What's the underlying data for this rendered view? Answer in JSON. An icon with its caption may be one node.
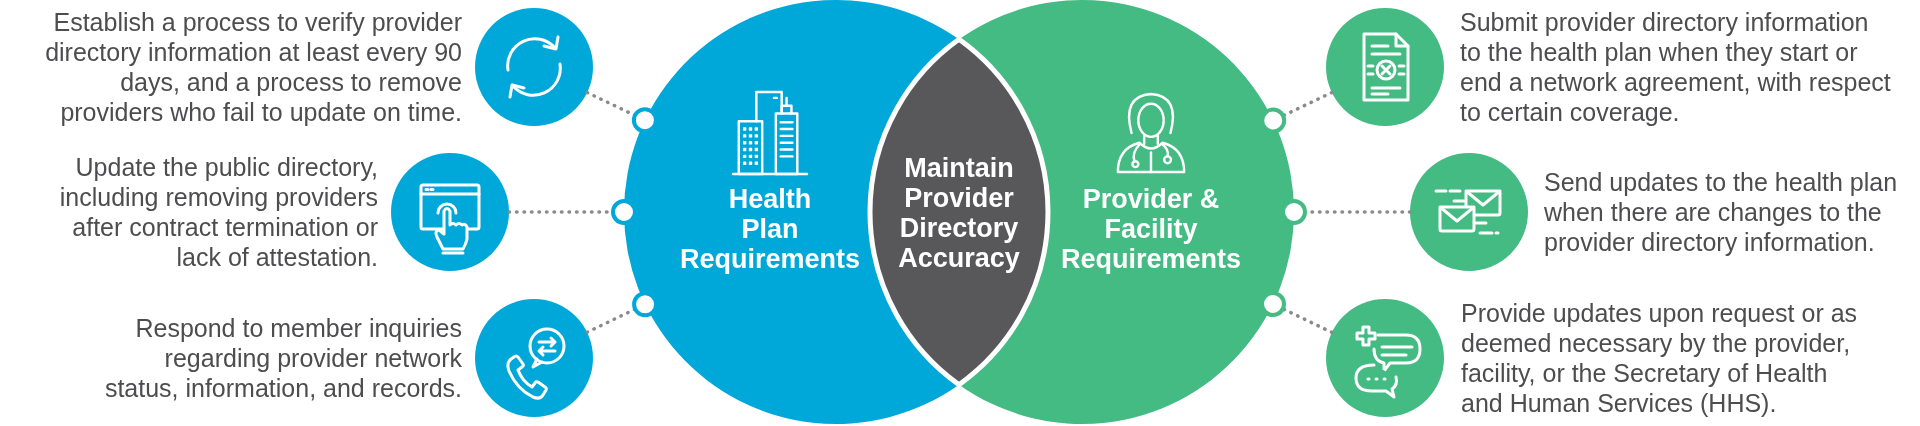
{
  "diagram": {
    "nodes": [
      {
        "text": [],
        "shape": "circle",
        "beside": [
          "Establish a process to verify provider directory information at least every 90 days, and a process to remove providers who fail to update on time."
        ]
      },
      {
        "text": [],
        "shape": "circle",
        "beside": [
          "Update the public directory, including removing providers after contract termination or lack of attestation."
        ]
      },
      {
        "text": [],
        "shape": "circle",
        "beside": [
          "Respond to member inquiries regarding provider network status, information, and records."
        ]
      },
      {
        "text": [
          "Health Plan Requirements"
        ]
      },
      {
        "text": [
          "Maintain Provider Directory Accuracy"
        ]
      },
      {
        "text": [
          "Provider & Facility Requirements"
        ]
      },
      {
        "text": [],
        "shape": "circle",
        "beside": [
          "Submit provider directory information to the health plan when they start or end a network agreement, with respect to certain coverage."
        ]
      },
      {
        "text": [],
        "shape": "circle",
        "beside": [
          "Send updates to the health plan when there are changes to the provider directory information."
        ]
      },
      {
        "text": [],
        "shape": "circle",
        "beside": [
          "Provide updates upon request or as deemed necessary by the provider, facility, or the Secretary of Health and Human Services (HHS)."
        ]
      }
    ],
    "edges": [
      {
        "from": 0,
        "to": 3,
        "arrow": "other",
        "style": "dashed"
      },
      {
        "from": 1,
        "to": 3,
        "arrow": "other",
        "style": "dashed"
      },
      {
        "from": 2,
        "to": 3,
        "arrow": "other",
        "style": "dashed"
      },
      {
        "from": 6,
        "to": 5,
        "arrow": "other",
        "style": "dashed"
      },
      {
        "from": 7,
        "to": 5,
        "arrow": "other",
        "style": "dashed"
      },
      {
        "from": 8,
        "to": 5,
        "arrow": "other",
        "style": "dashed"
      }
    ]
  }
}
